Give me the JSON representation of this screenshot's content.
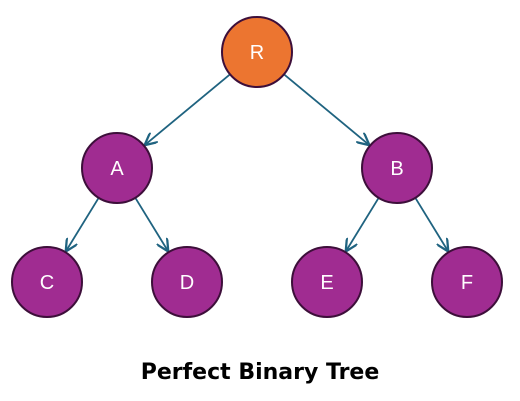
{
  "diagram": {
    "type": "binary-tree",
    "caption": "Perfect Binary Tree",
    "colors": {
      "root_fill": "#ec7530",
      "node_fill": "#a02c91",
      "node_stroke": "#3d0f3a",
      "edge": "#1f6380",
      "label": "#ffffff"
    },
    "nodes": [
      {
        "id": "R",
        "label": "R",
        "role": "root"
      },
      {
        "id": "A",
        "label": "A",
        "role": "internal"
      },
      {
        "id": "B",
        "label": "B",
        "role": "internal"
      },
      {
        "id": "C",
        "label": "C",
        "role": "leaf"
      },
      {
        "id": "D",
        "label": "D",
        "role": "leaf"
      },
      {
        "id": "E",
        "label": "E",
        "role": "leaf"
      },
      {
        "id": "F",
        "label": "F",
        "role": "leaf"
      }
    ],
    "edges": [
      {
        "from": "R",
        "to": "A"
      },
      {
        "from": "R",
        "to": "B"
      },
      {
        "from": "A",
        "to": "C"
      },
      {
        "from": "A",
        "to": "D"
      },
      {
        "from": "B",
        "to": "E"
      },
      {
        "from": "B",
        "to": "F"
      }
    ]
  }
}
